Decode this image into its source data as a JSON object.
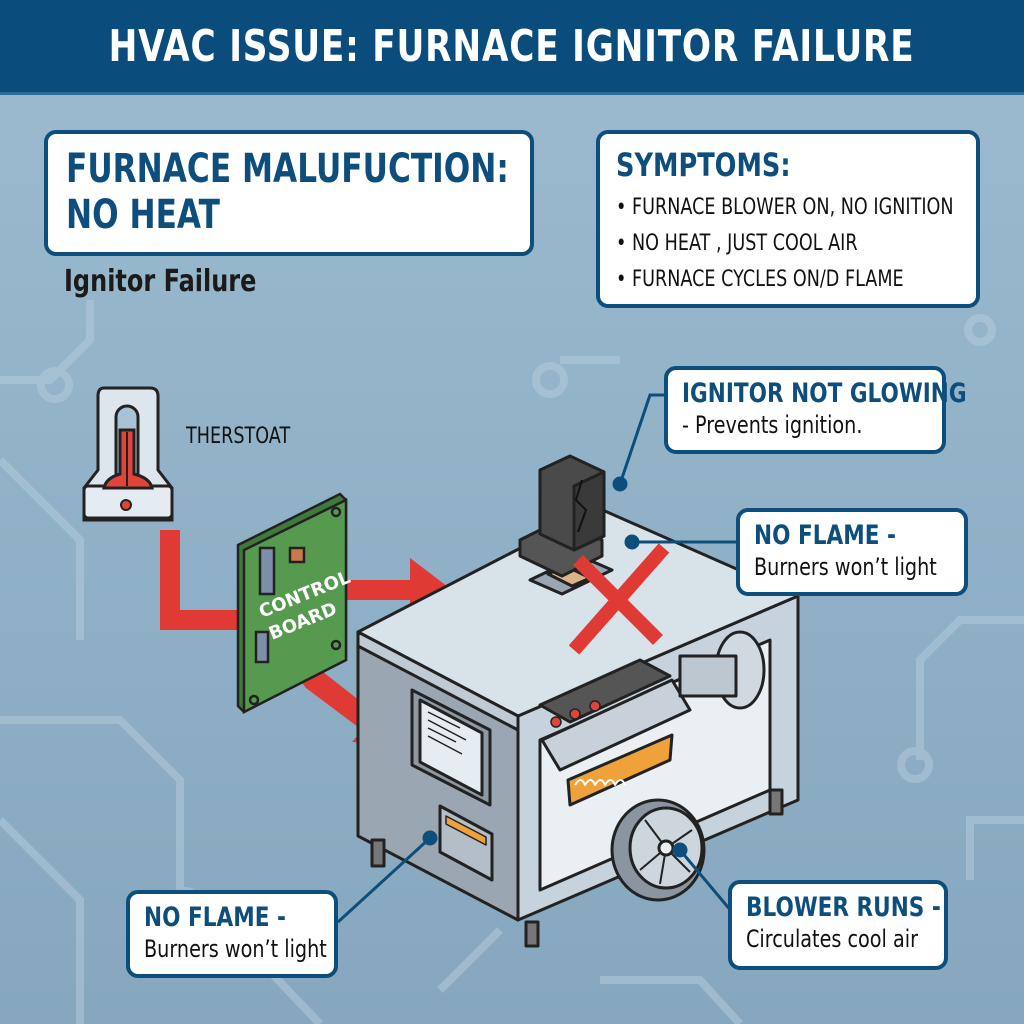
{
  "header": {
    "title": "HVAC ISSUE: FURNACE IGNITOR FAILURE",
    "bg_color": "#0a4d7c"
  },
  "title_box": {
    "line1": "FURNACE MALUFUCTION:",
    "line2": "NO HEAT"
  },
  "subtitle": "Ignitor Failure",
  "symptoms": {
    "heading": "SYMPTOMS:",
    "items": [
      "• FURNACE BLOWER ON, NO IGNITION",
      "• NO HEAT , JUST COOL AIR",
      "• FURNACE CYCLES ON/D FLAME"
    ]
  },
  "thermostat": {
    "label": "THERSTOAT",
    "icon": "thermometer-icon"
  },
  "control_board": {
    "line1": "CONTROL",
    "line2": "BOARD"
  },
  "callouts": {
    "ignitor": {
      "heading": "IGNITOR NOT GLOWING",
      "desc": "- Prevents ignition."
    },
    "no_flame_right": {
      "heading": "NO FLAME -",
      "desc": "Burners won’t light"
    },
    "no_flame_left": {
      "heading": "NO FLAME -",
      "desc": "Burners won’t light"
    },
    "blower": {
      "heading": "BLOWER RUNS -",
      "desc": "Circulates cool air"
    }
  },
  "colors": {
    "accent_blue": "#0d4e7c",
    "alert_red": "#e03a35",
    "board_green": "#4f8f4a",
    "flame_orange": "#f0a23a"
  }
}
